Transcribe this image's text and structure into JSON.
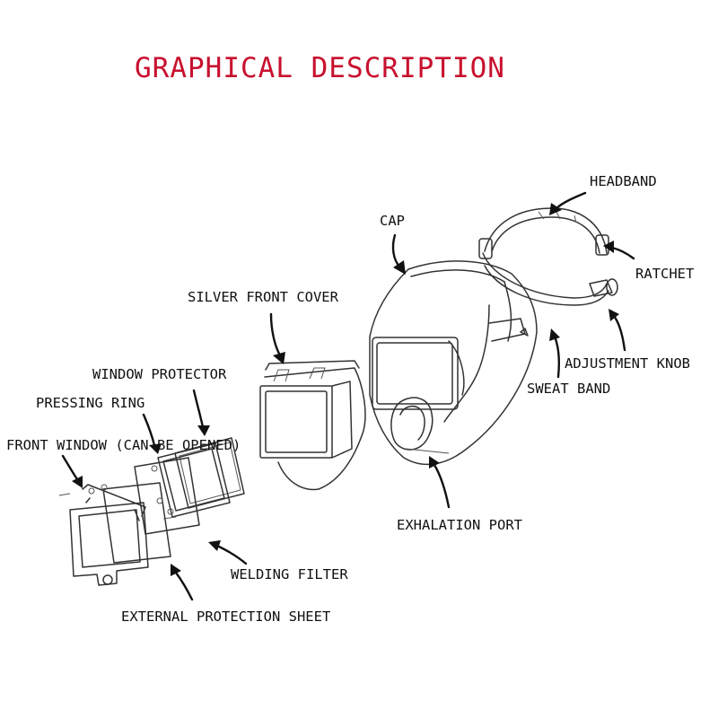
{
  "title": "GRAPHICAL DESCRIPTION",
  "colors": {
    "title": "#c8102e",
    "line": "#333333",
    "text": "#111111"
  },
  "labels": {
    "headband": "HEADBAND",
    "cap": "CAP",
    "ratchet": "RATCHET",
    "silver_front_cover": "SILVER FRONT COVER",
    "adjustment_knob": "ADJUSTMENT KNOB",
    "window_protector": "WINDOW PROTECTOR",
    "sweat_band": "SWEAT BAND",
    "pressing_ring": "PRESSING RING",
    "front_window": "FRONT WINDOW (CAN BE OPENED)",
    "exhalation_port": "EXHALATION PORT",
    "welding_filter": "WELDING FILTER",
    "external_protection_sheet": "EXTERNAL PROTECTION SHEET"
  }
}
